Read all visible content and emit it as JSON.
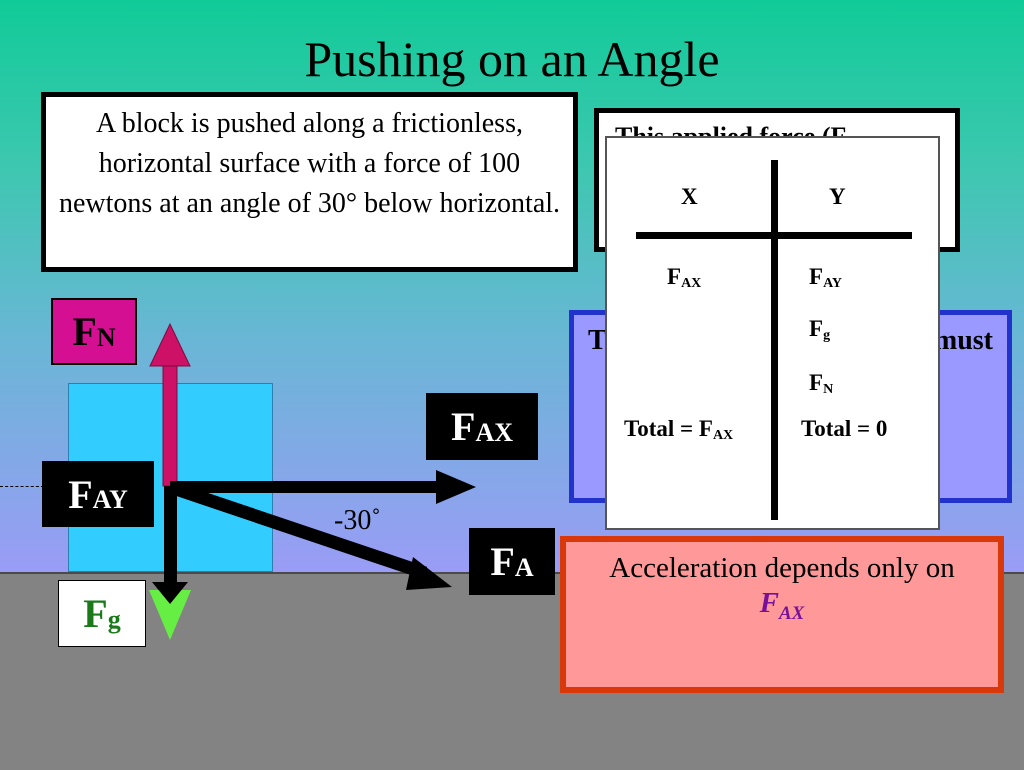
{
  "slide": {
    "title": "Pushing on an Angle",
    "problem_text": "A block is pushed along a frictionless, horizontal surface with a force of 100 newtons at an angle of 30° below horizontal.",
    "applied_force_text": "This applied force (F",
    "blue_box_left": "T",
    "blue_box_right": "must",
    "angle_label": "-30˚",
    "acceleration_text": "Acceleration depends only on",
    "acceleration_term": "F",
    "acceleration_term_sub": "AX"
  },
  "force_labels": {
    "fn": {
      "main": "F",
      "sub": "N"
    },
    "fay": {
      "main": "F",
      "sub": "AY"
    },
    "fg": {
      "main": "F",
      "sub": "g"
    },
    "fax": {
      "main": "F",
      "sub": "AX"
    },
    "fa": {
      "main": "F",
      "sub": "A"
    }
  },
  "components_table": {
    "x_header": "X",
    "y_header": "Y",
    "x_items": [
      {
        "main": "F",
        "sub": "AX"
      }
    ],
    "y_items": [
      {
        "main": "F",
        "sub": "AY"
      },
      {
        "main": "F",
        "sub": "g"
      },
      {
        "main": "F",
        "sub": "N"
      }
    ],
    "x_total_prefix": "Total = F",
    "x_total_sub": "AX",
    "y_total": "Total = 0"
  },
  "colors": {
    "normal_force": "#cc1166",
    "gravity": "#66ee44",
    "component_arrows": "#000000",
    "block": "#33ccff"
  }
}
